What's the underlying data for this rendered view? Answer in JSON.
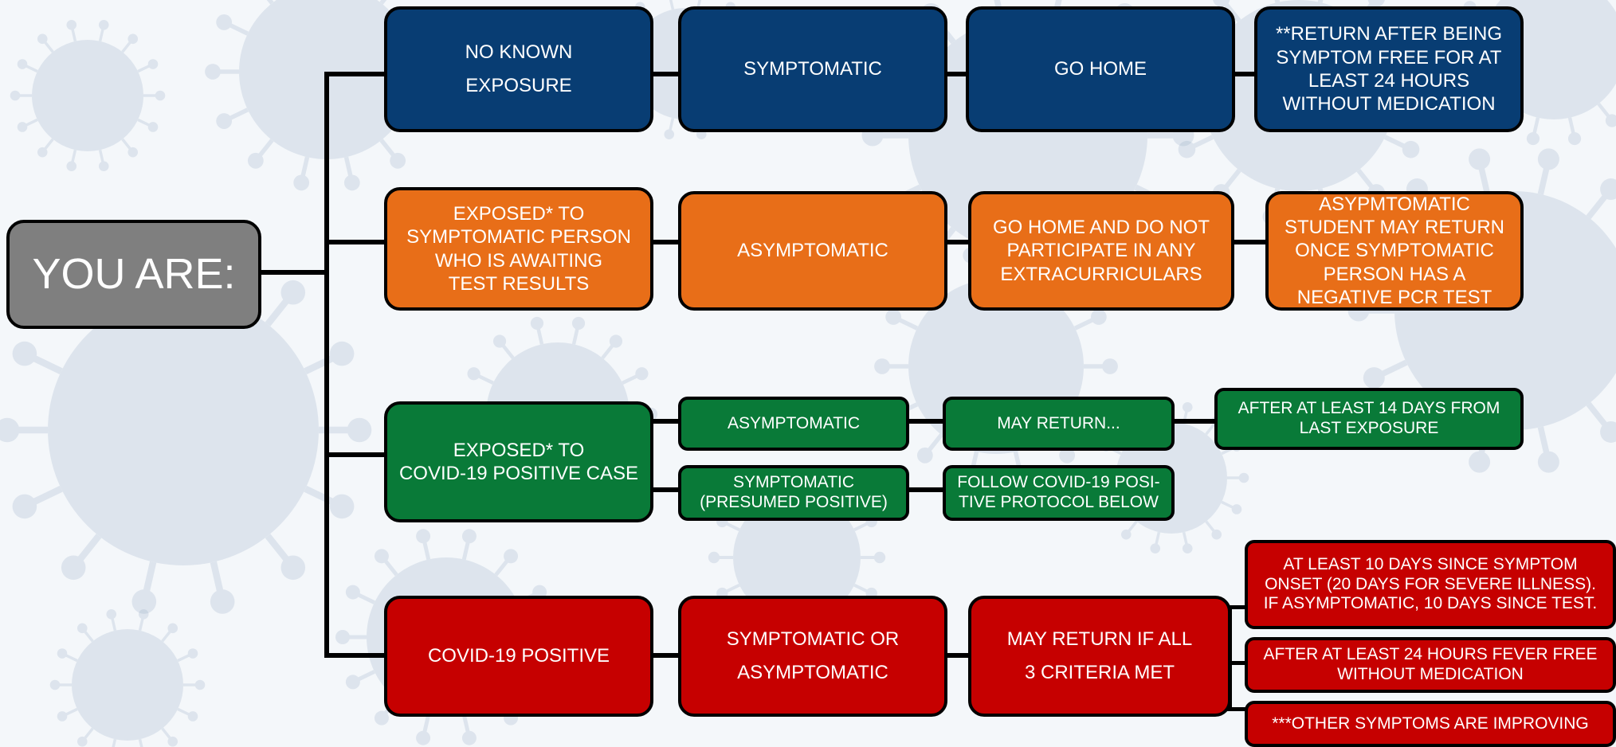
{
  "root_label": "YOU ARE:",
  "colors": {
    "blue": "#083d73",
    "orange": "#e86e18",
    "green": "#097a38",
    "red": "#c60000",
    "root": "#7f7f7f",
    "background": "#f4f7fa"
  },
  "background_motif": "virus-particles",
  "rows": {
    "no_exposure": {
      "status": "NO KNOWN\nEXPOSURE",
      "symptom": "SYMPTOMATIC",
      "action": "GO HOME",
      "return": "**RETURN AFTER BEING SYMPTOM FREE FOR AT LEAST 24 HOURS WITHOUT MEDICATION"
    },
    "exposed_awaiting": {
      "status": "EXPOSED* TO\nSYMPTOMATIC PERSON\nWHO IS AWAITING\nTEST RESULTS",
      "symptom": "ASYMPTOMATIC",
      "action": "GO HOME AND DO NOT PARTICIPATE IN ANY EXTRACURRICULARS",
      "return": "ASYPMTOMATIC STUDENT MAY RETURN ONCE SYMPTOMATIC PERSON HAS A NEGATIVE PCR TEST"
    },
    "exposed_positive": {
      "status": "EXPOSED* TO\nCOVID-19 POSITIVE CASE",
      "asymptomatic": "ASYMPTOMATIC",
      "may_return": "MAY RETURN...",
      "after": "AFTER AT LEAST 14 DAYS FROM LAST EXPOSURE",
      "symptomatic": "SYMPTOMATIC\n(PRESUMED POSITIVE)",
      "follow": "FOLLOW COVID-19 POSI-\nTIVE PROTOCOL BELOW"
    },
    "positive": {
      "status": "COVID-19 POSITIVE",
      "symptom": "SYMPTOMATIC OR\nASYMPTOMATIC",
      "action": "MAY RETURN IF ALL\n3 CRITERIA MET",
      "criteria": [
        "AT LEAST 10 DAYS SINCE SYMPTOM ONSET (20 DAYS FOR SEVERE ILLNESS). IF ASYMPTOMATIC, 10 DAYS SINCE TEST.",
        "AFTER AT LEAST 24 HOURS FEVER FREE WITHOUT MEDICATION",
        "***OTHER SYMPTOMS ARE IMPROVING"
      ]
    }
  }
}
